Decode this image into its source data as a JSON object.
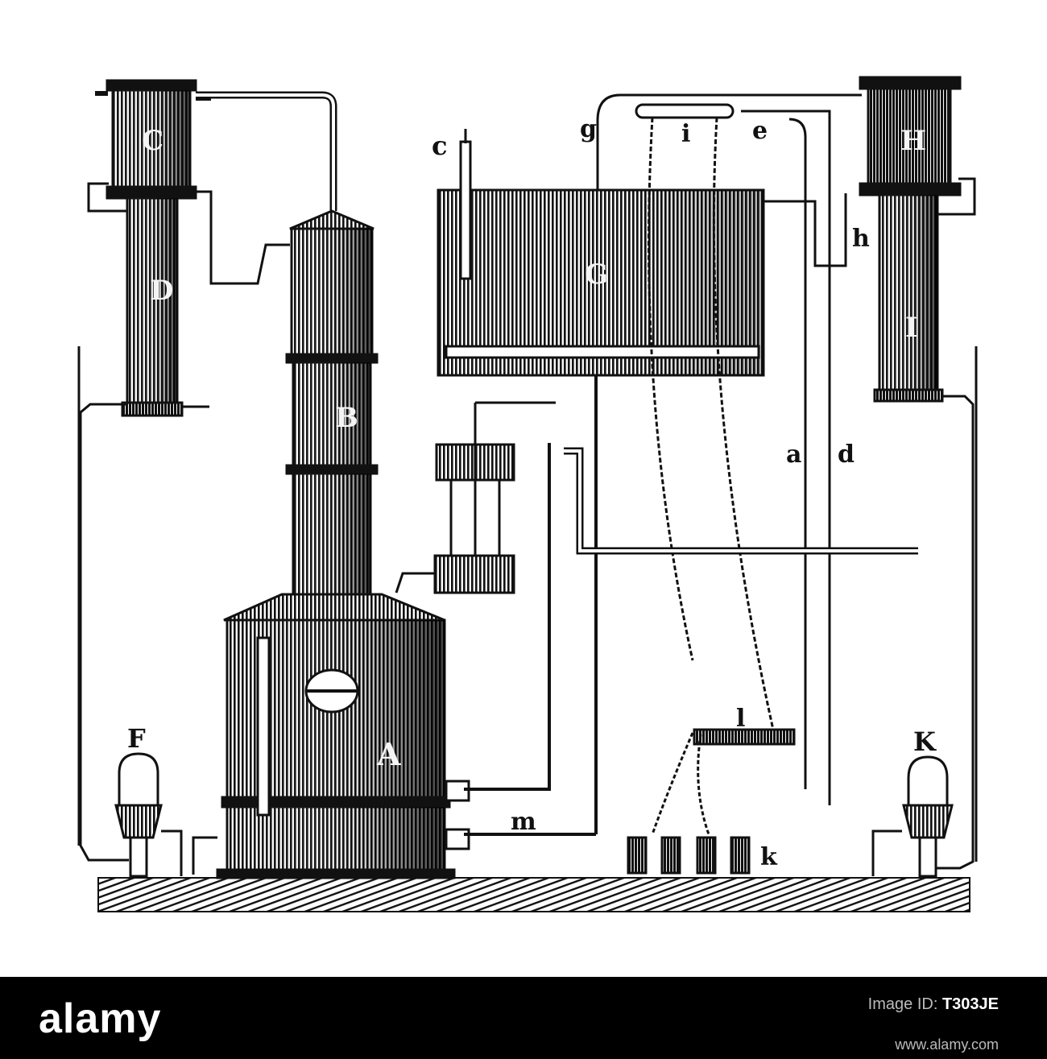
{
  "labels": {
    "C_top": "C",
    "D": "D",
    "B": "B",
    "A": "A",
    "G": "G",
    "H": "H",
    "I": "I",
    "c": "c",
    "g": "g",
    "i": "i",
    "e": "e",
    "h": "h",
    "a": "a",
    "d": "d",
    "F": "F",
    "K": "K",
    "l": "l",
    "k": "k",
    "m": "m"
  },
  "watermark": {
    "logo": "alamy",
    "image_id_label": "Image ID:",
    "image_id": "T303JE",
    "site": "www.alamy.com"
  },
  "colors": {
    "ink": "#111111",
    "paper": "#ffffff",
    "band": "#000000"
  }
}
